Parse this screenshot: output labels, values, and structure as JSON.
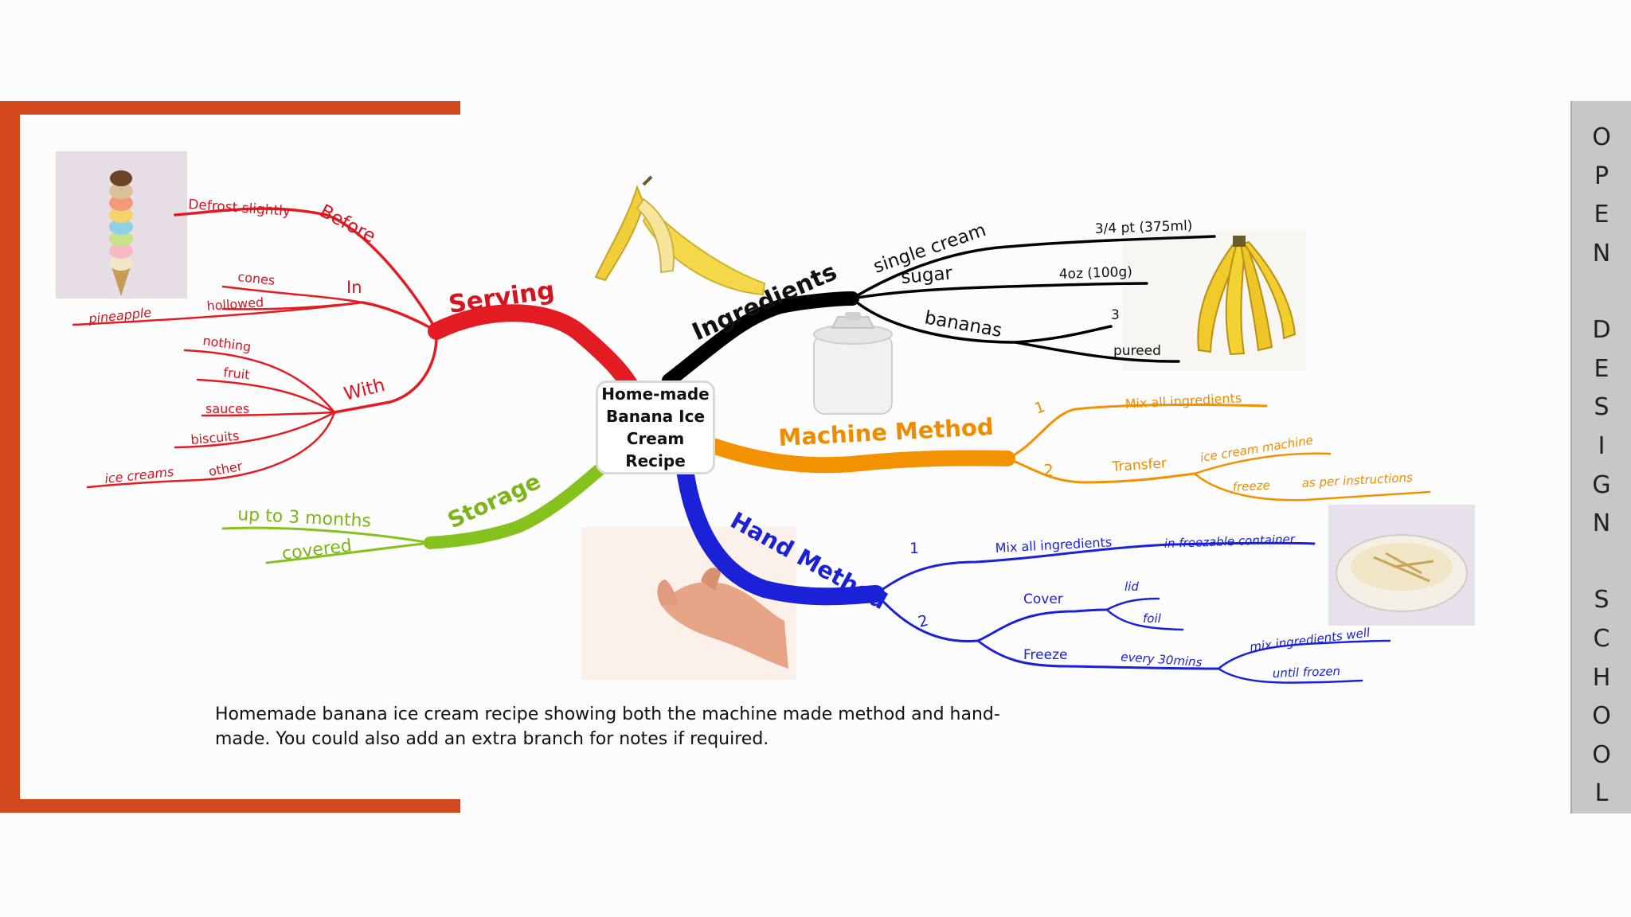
{
  "side_panel": {
    "letters": [
      "O",
      "P",
      "E",
      "N",
      "",
      "D",
      "E",
      "S",
      "I",
      "G",
      "N",
      "",
      "S",
      "C",
      "H",
      "O",
      "O",
      "L"
    ]
  },
  "central_topic": "Home-made Banana Ice Cream Recipe",
  "colors": {
    "frame": "#d2481c",
    "serving": "#e31b23",
    "ingredients": "#000000",
    "machine": "#f39200",
    "hand": "#1a21d6",
    "storage": "#86c21d"
  },
  "branches": {
    "serving": {
      "label": "Serving",
      "before": "Before",
      "defrost": "Defrost slightly",
      "in": "In",
      "cones": "cones",
      "hollowed": "hollowed",
      "pineapple": "pineapple",
      "with": "With",
      "nothing": "nothing",
      "fruit": "fruit",
      "sauces": "sauces",
      "biscuits": "biscuits",
      "other": "other",
      "ice_creams": "ice creams"
    },
    "ingredients": {
      "label": "Ingredients",
      "single_cream": "single cream",
      "single_cream_qty": "3/4 pt (375ml)",
      "sugar": "sugar",
      "sugar_qty": "4oz (100g)",
      "bananas": "bananas",
      "bananas_qty": "3",
      "pureed": "pureed"
    },
    "machine": {
      "label": "Machine Method",
      "step1": "1",
      "mix": "Mix all ingredients",
      "step2": "2",
      "transfer": "Transfer",
      "ice_cream_machine": "ice cream machine",
      "freeze": "freeze",
      "as_per": "as per instructions"
    },
    "hand": {
      "label": "Hand Method",
      "step1": "1",
      "mix": "Mix all ingredients",
      "container": "in freezable container",
      "step2": "2",
      "cover": "Cover",
      "lid": "lid",
      "foil": "foil",
      "freeze": "Freeze",
      "every": "every 30mins",
      "mix_well": "mix ingredients well",
      "until_frozen": "until frozen"
    },
    "storage": {
      "label": "Storage",
      "months": "up to 3 months",
      "covered": "covered"
    }
  },
  "caption": "Homemade banana ice cream recipe showing both the machine made method and hand-made. You could also add an extra branch for notes if required."
}
